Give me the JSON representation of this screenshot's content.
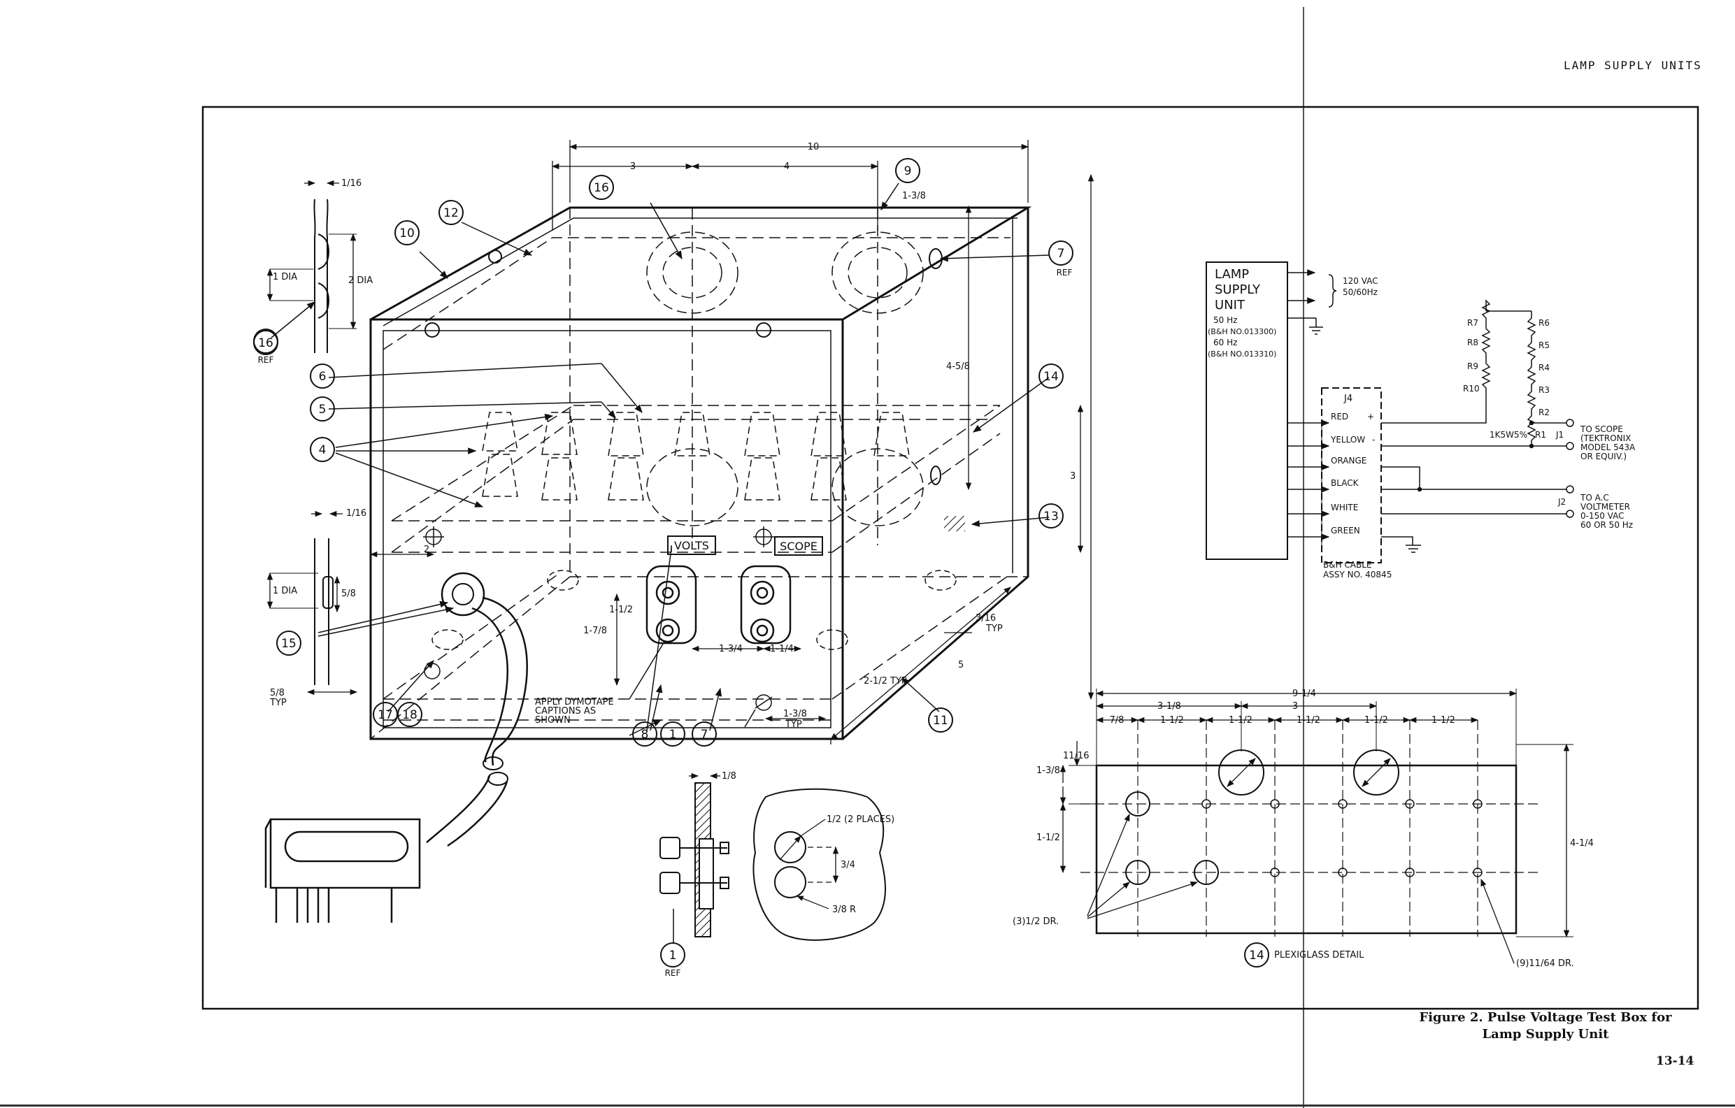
{
  "page": {
    "header": "LAMP SUPPLY UNITS",
    "caption_line1": "Figure 2.  Pulse Voltage Test Box for",
    "caption_line2": "Lamp Supply Unit",
    "page_number": "13-14"
  },
  "box_view": {
    "dims": {
      "d10": "10",
      "d3": "3",
      "d4": "4",
      "d1_3_8": "1-3/8",
      "d4_5_8": "4-5/8",
      "d3_side": "3",
      "d2": "2",
      "d1_7_8": "1-7/8",
      "d1_1_2": "1-1/2",
      "d1_3_4": "1-3/4",
      "d1_1_4": "1-1/4",
      "d2_1_2_typ": "2-1/2 TYP",
      "d5": "5",
      "d3_16": "3/16",
      "typ": "TYP",
      "d5_8_typ": "5/8",
      "typ2": "TYP",
      "d1_3_8_typ": "1-3/8",
      "typ3": "TYP"
    },
    "callouts": {
      "c16": "16",
      "c12": "12",
      "c10": "10",
      "c9": "9",
      "c7_top": "7",
      "ref_7": "REF",
      "c6": "6",
      "c5": "5",
      "c4": "4",
      "c14": "14",
      "c13": "13",
      "c15": "15",
      "c17": "17",
      "c18": "18",
      "c8": "8",
      "c1": "1",
      "c7_bottom": "7",
      "c11": "11"
    },
    "labels": {
      "volts": "VOLTS",
      "scope": "SCOPE",
      "apply1": "APPLY DYMOTAPE",
      "apply2": "CAPTIONS AS",
      "apply3": "SHOWN"
    }
  },
  "grommet_detail": {
    "dim_1_16": "1/16",
    "dia1": "1 DIA",
    "dia2": "2 DIA",
    "callout": "16",
    "ref": "REF"
  },
  "resistor_detail": {
    "dim_1_16": "1/16",
    "dia1": "1 DIA",
    "dim_5_8": "5/8"
  },
  "binding_post_detail": {
    "dim_1_8": "1/8",
    "half_2places": "1/2 (2 PLACES)",
    "dim_3_4": "3/4",
    "dim_3_8r": "3/8 R",
    "callout": "1",
    "ref": "REF"
  },
  "schematic": {
    "unit1": "LAMP",
    "unit2": "SUPPLY",
    "unit3": "UNIT",
    "f50": "50 Hz",
    "bh50": "(B&H NO.013300)",
    "f60": "60 Hz",
    "bh60": "(B&H NO.013310)",
    "ac1": "120 VAC",
    "ac2": "50/60Hz",
    "j4": "J4",
    "wires": [
      "RED",
      "YELLOW",
      "ORANGE",
      "BLACK",
      "WHITE",
      "GREEN"
    ],
    "plus": "+",
    "minus": "-",
    "cable1": "B&H CABLE",
    "cable2": "ASSY NO. 40845",
    "r_left": [
      "R7",
      "R8",
      "R9",
      "R10"
    ],
    "r_right": [
      "R6",
      "R5",
      "R4",
      "R3",
      "R2"
    ],
    "r1": "R1",
    "r1_value": "1K5W5%",
    "j1": "J1",
    "j2": "J2",
    "scope": [
      "TO SCOPE",
      "(TEKTRONIX",
      "MODEL 543A",
      "OR EQUIV.)"
    ],
    "voltmeter": [
      "TO A.C",
      "VOLTMETER",
      "0-150 VAC",
      "60 OR 50 Hz"
    ]
  },
  "plexiglass": {
    "d9_1_4": "9-1/4",
    "d3_1_8": "3-1/8",
    "d3": "3",
    "d7_8": "7/8",
    "d1_1_2": "1-1/2",
    "d11_16": "11/16",
    "d1_3_8": "1-3/8",
    "d1_1_2_v": "1-1/2",
    "d4_1_4": "4-1/4",
    "holes_half": "(3)1/2 DR.",
    "holes_small": "(9)11/64 DR.",
    "callout": "14",
    "title": "PLEXIGLASS DETAIL"
  }
}
